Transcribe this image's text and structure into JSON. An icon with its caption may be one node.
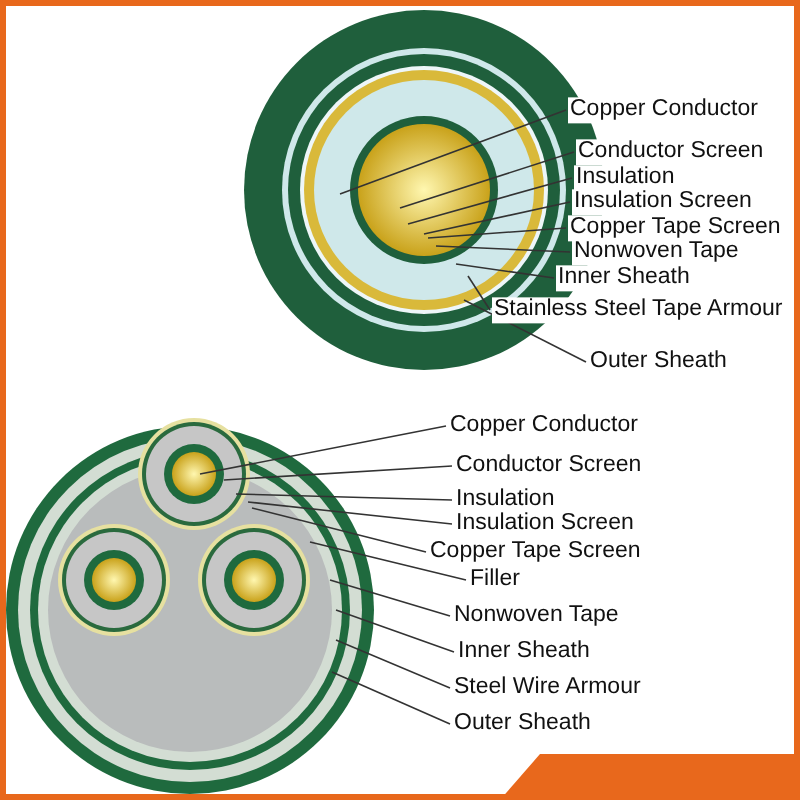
{
  "diagram": {
    "nodes": [
      {
        "text": [
          "Copper Conductor"
        ]
      },
      {
        "text": [
          "Conductor Screen"
        ]
      },
      {
        "text": [
          "Insulation"
        ]
      },
      {
        "text": [
          "Insulation Screen"
        ]
      },
      {
        "text": [
          "Copper Tape Screen"
        ]
      },
      {
        "text": [
          "Nonwoven Tape"
        ]
      },
      {
        "text": [
          "Inner Sheath"
        ]
      },
      {
        "text": [
          "Stainless Steel Tape Armour"
        ]
      },
      {
        "text": [
          "Outer Sheath"
        ]
      },
      {
        "text": [
          "Copper Conductor"
        ]
      },
      {
        "text": [
          "Conductor Screen"
        ]
      },
      {
        "text": [
          "Insulation"
        ]
      },
      {
        "text": [
          "Insulation Screen"
        ]
      },
      {
        "text": [
          "Copper Tape Screen"
        ]
      },
      {
        "text": [
          "Filler"
        ]
      },
      {
        "text": [
          "Nonwoven Tape"
        ]
      },
      {
        "text": [
          "Inner Sheath"
        ]
      },
      {
        "text": [
          "Steel Wire Armour"
        ]
      },
      {
        "text": [
          "Outer Sheath"
        ]
      }
    ],
    "edges": [
      {
        "from": 0,
        "to": null,
        "arrow": "none"
      },
      {
        "from": 1,
        "to": null,
        "arrow": "none"
      },
      {
        "from": 2,
        "to": null,
        "arrow": "none"
      },
      {
        "from": 3,
        "to": null,
        "arrow": "none"
      },
      {
        "from": 4,
        "to": null,
        "arrow": "none"
      },
      {
        "from": 5,
        "to": null,
        "arrow": "none"
      },
      {
        "from": 6,
        "to": null,
        "arrow": "none"
      },
      {
        "from": 7,
        "to": null,
        "arrow": "none"
      },
      {
        "from": 8,
        "to": null,
        "arrow": "none"
      },
      {
        "from": 9,
        "to": null,
        "arrow": "none"
      },
      {
        "from": 10,
        "to": null,
        "arrow": "none"
      },
      {
        "from": 11,
        "to": null,
        "arrow": "none"
      },
      {
        "from": 12,
        "to": null,
        "arrow": "none"
      },
      {
        "from": 13,
        "to": null,
        "arrow": "none"
      },
      {
        "from": 14,
        "to": null,
        "arrow": "none"
      },
      {
        "from": 15,
        "to": null,
        "arrow": "none"
      },
      {
        "from": 16,
        "to": null,
        "arrow": "none"
      },
      {
        "from": 17,
        "to": null,
        "arrow": "none"
      },
      {
        "from": 18,
        "to": null,
        "arrow": "none"
      }
    ]
  }
}
